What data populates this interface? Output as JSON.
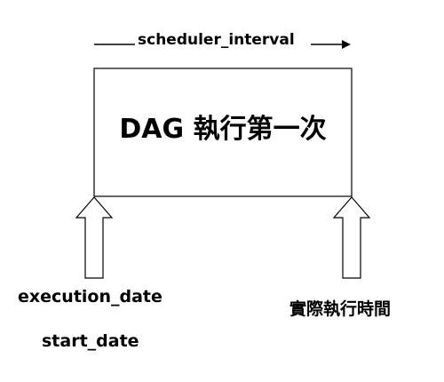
{
  "diagram": {
    "interval_label": "scheduler_interval",
    "box_title": "DAG 執行第一次",
    "execution_date_label": "execution_date",
    "start_date_label": "start_date",
    "actual_time_label": "實際執行時間"
  },
  "colors": {
    "stroke": "#000000",
    "fill": "#ffffff",
    "text": "#000000"
  }
}
